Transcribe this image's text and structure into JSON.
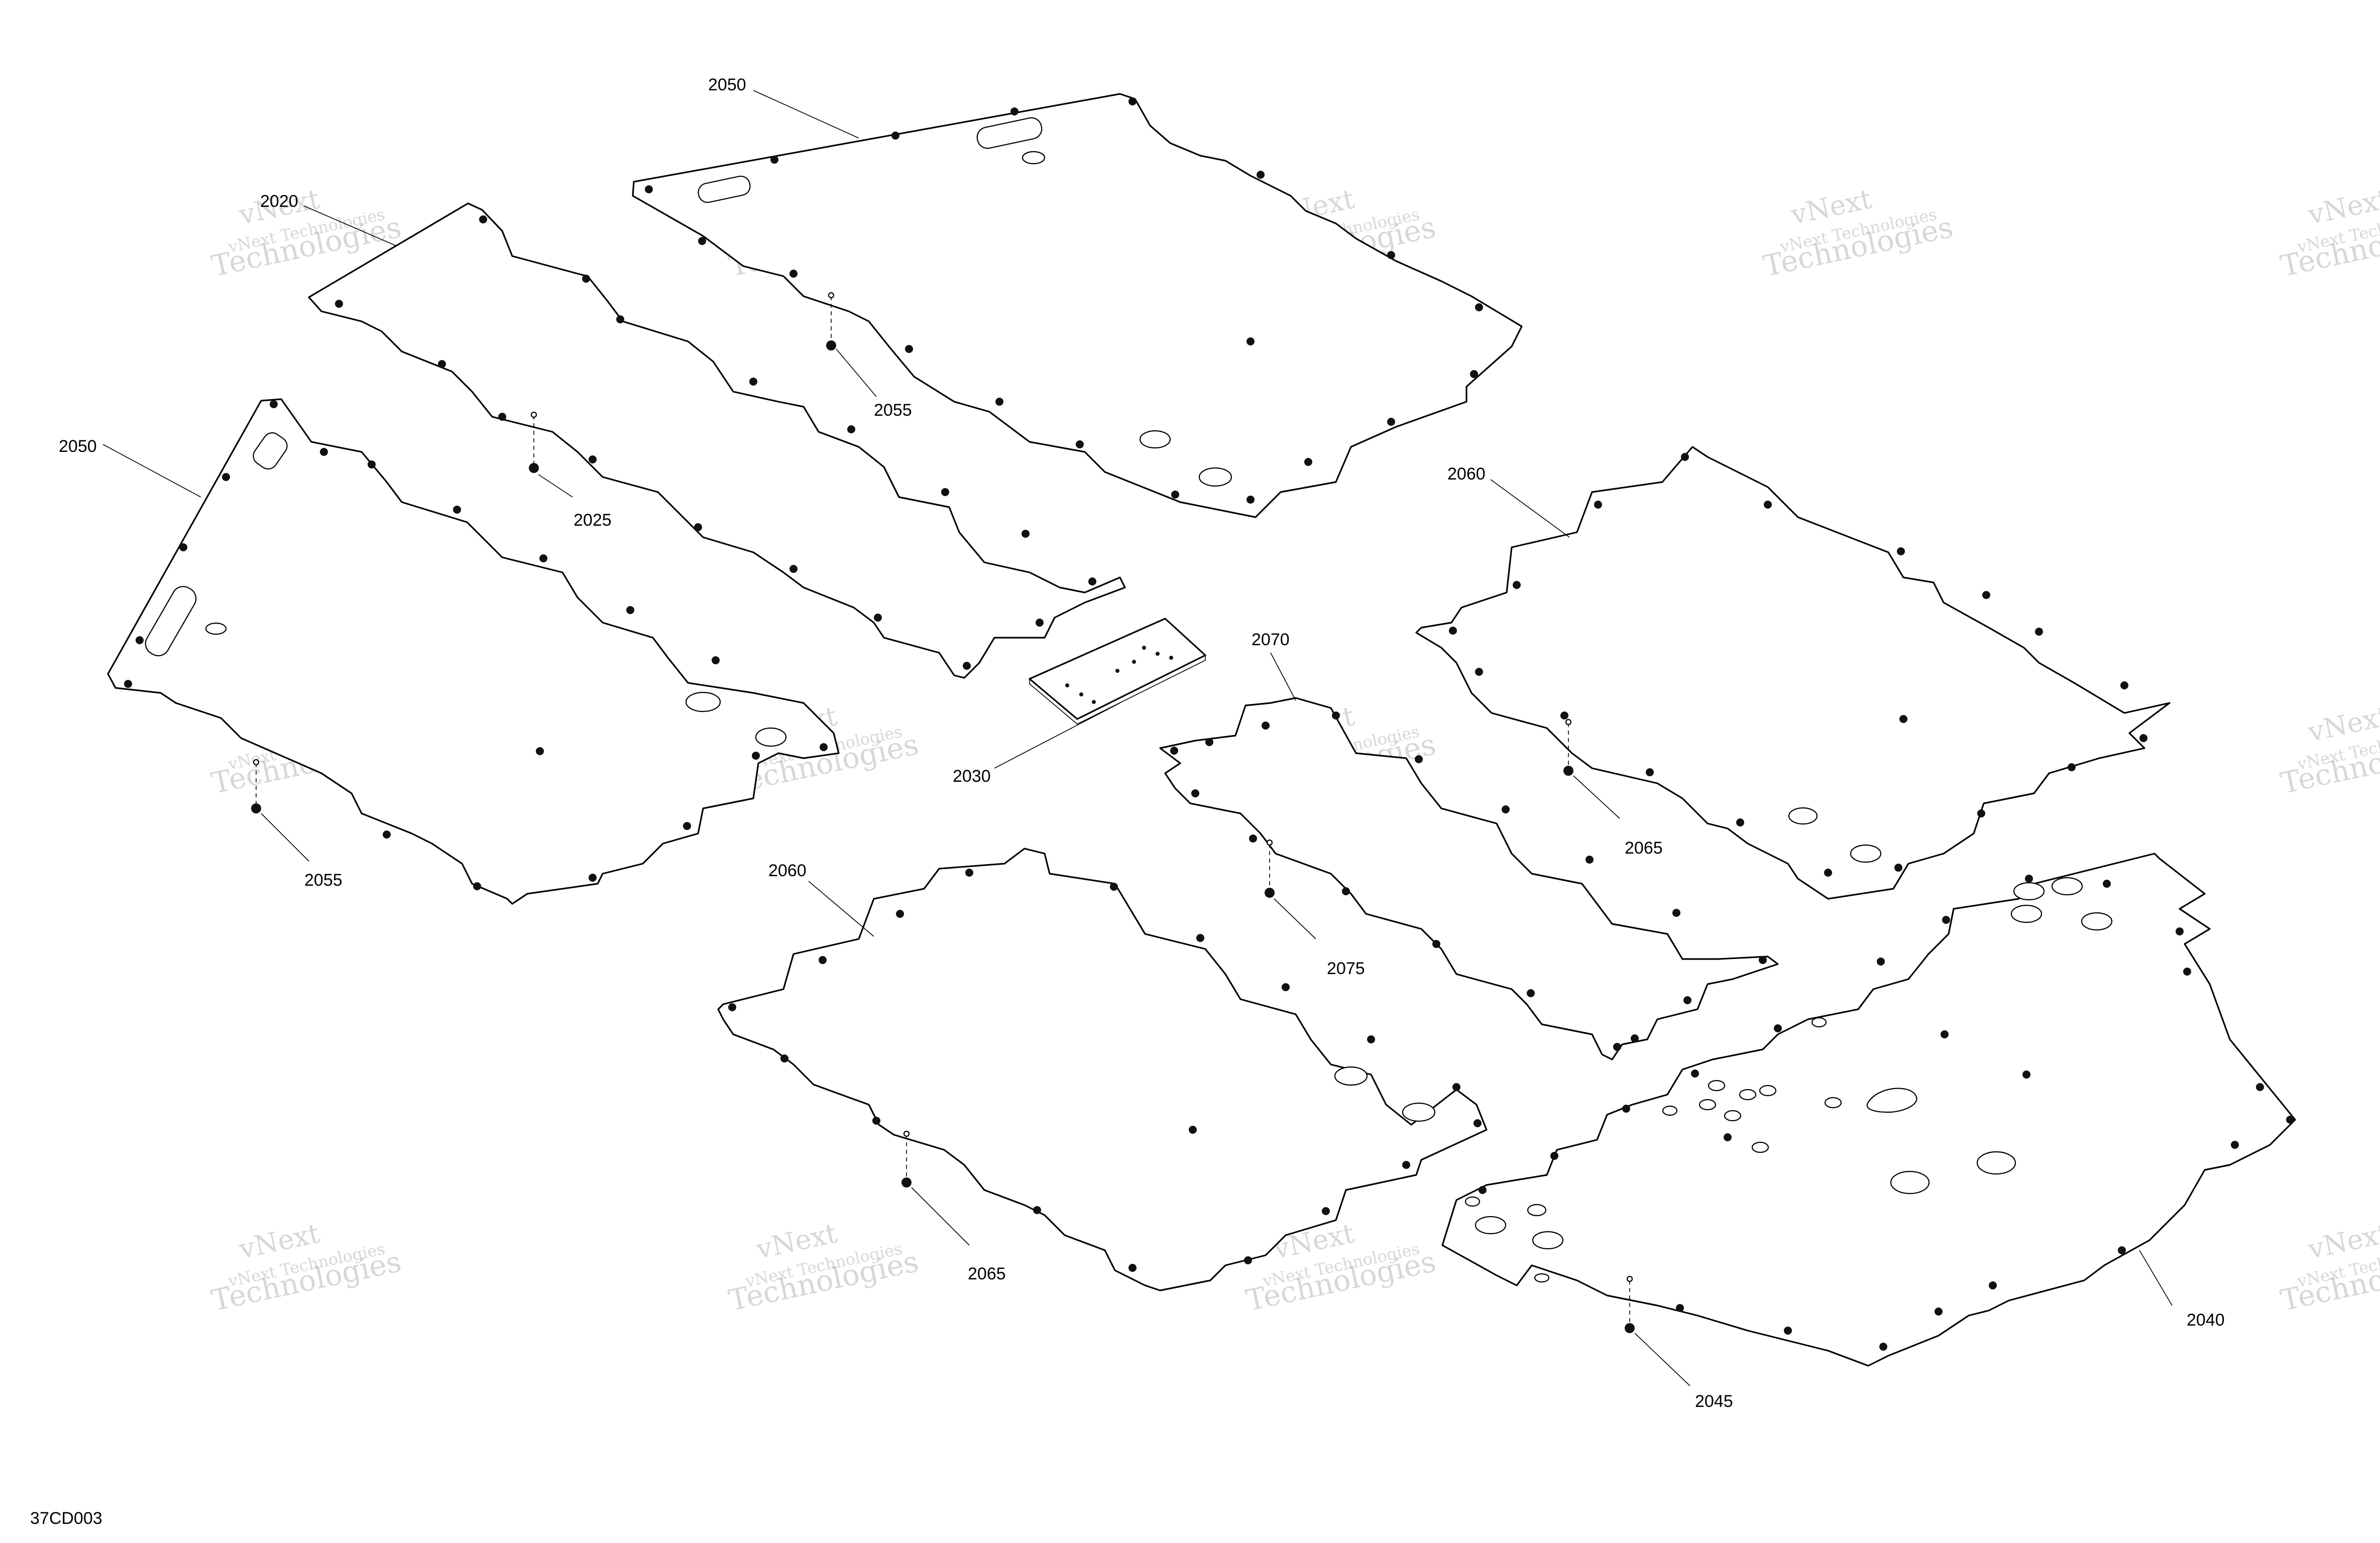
{
  "diagram": {
    "document_code": "37CD003",
    "watermark": {
      "line1": "vNext Technologies",
      "line2": "vNext",
      "line3": "Technologies"
    },
    "callouts": [
      "2050",
      "2020",
      "2055",
      "2025",
      "2050",
      "2055",
      "2030",
      "2070",
      "2060",
      "2065",
      "2060",
      "2075",
      "2065",
      "2040",
      "2045"
    ],
    "parts": [
      "2050",
      "2020",
      "2050",
      "2030",
      "2070",
      "2060",
      "2060",
      "2040"
    ],
    "fasteners": [
      "2055",
      "2025",
      "2055",
      "2075",
      "2065",
      "2065",
      "2045"
    ]
  },
  "colors": {
    "line": "#000000",
    "watermark": "#b8b8b8",
    "background": "#ffffff"
  }
}
